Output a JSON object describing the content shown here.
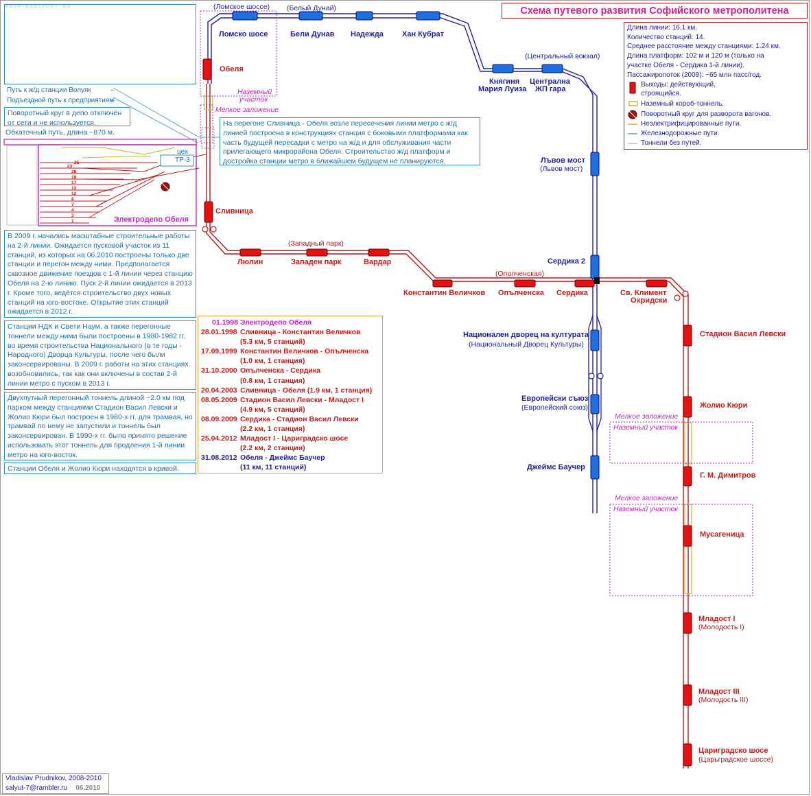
{
  "watermark": "MASHTRANSPORT.RU",
  "title": "Схема путевого развития Софийского метрополитена",
  "info": {
    "length": "Длина линии: 16.1 км.",
    "stations": "Количество станций: 14.",
    "avg_distance": "Среднее расстояние между станциями: 1.24 км.",
    "platform": "Длина платформ: 102 м и 120 м (только на",
    "platform2": "участке Обеля - Сердика 1-й линии).",
    "ridership": "Пассажиропоток (2009): ~65 млн пасс/год."
  },
  "legend": {
    "exits": "Выходы: действующий,",
    "exits2": "строящийся.",
    "box_tunnel": "Наземный короб-тоннель.",
    "turntable": "Поворотный круг для разворота вагонов.",
    "non_electrified": "Неэлектрифицированные пути.",
    "railway": "Железнодорожные пути.",
    "empty_tunnels": "Тоннели без путей."
  },
  "colors": {
    "line1": "#c81818",
    "line2": "#1e1e9e",
    "title": "#d0208e",
    "note": "#2a8fc7",
    "annotation": "#c026c0",
    "chrono_border": "#e6a13a"
  },
  "notes": {
    "railway_volujak": "Путь к ж/д станции Волуяк",
    "access_track": "Подъездной путь к предприятиям",
    "turntable_note": "Поворотный круг в депо отключён от сети и не используется.",
    "run_in_track": "Обкаточный путь, длина ~870 м.",
    "shop": "цех",
    "shop2": "ТР-3",
    "depot": "Электродепо Обеля",
    "obelya_interchange": "На перегоне Сливница - Обеля возле пересечения линии метро с ж/д линией построена в конструкциях станция с боковыми платформами как часть будущей пересадки с метро на ж/д и для обслуживания части прилегающего микрорайона Обеля. Строительство ж/д платформ и достройка станции метро в ближайшем будущем не планируются.",
    "line2_2009": "В 2009 г. начались масштабные строительные работы на 2-й линии. Ожидается пусковой участок из 11 станций, из которых на 06.2010 построены только две станции и перегон между ними. Предполагается сквозное движение поездов с 1-й линии через станцию Обеля на 2-ю линию. Пуск 2-й линии ожидается в 2013 г. Кроме того, ведётся строительство двух новых станций на юго-востоке. Открытие этих станций ожидается в 2012 г.",
    "ndk": "Станции НДК и Свети Наум, а также перегонные тоннели между ними были построены в 1980-1982 гг. во время строительства Национального (в те годы - Народного) Дворца Культуры, после чего были законсервированы. В 2009 г. работы на этих станциях возобновились, так как они включены в состав 2-й линии метро с пуском в 2013 г.",
    "tram_tunnel": "Двухпутный перегонный тоннель длиной ~2.0 км под парком между станциями Стадион Васил Левски и Жолио Кюри был построен в 1980-х гг. для трамвая, но трамвай по нему не запустили и тоннель был законсервирован. В 1990-х гг. было принято решение использовать этот тоннель для продления 1-й линии метро на юго-восток.",
    "curve": "Станции Обеля и Жолио Кюри находятся в кривой.",
    "ground_section": "Наземный",
    "ground_section2": "участок",
    "shallow": "Мелкое заложение",
    "shallow_sv": "Мелкое заложение",
    "ground_sv": "Наземный участок",
    "shallow_sv2": "Мелкое заложение",
    "ground_sv2": "Наземный участок",
    "depot_numbers": [
      "25",
      "23",
      "28",
      "18",
      "17",
      "13",
      "12",
      "8",
      "7",
      "4",
      "3",
      "1"
    ]
  },
  "stations": {
    "lomsko": {
      "name": "Ломско шосе",
      "sub": "(Ломское шоссе)"
    },
    "beli_dunav": {
      "name": "Бели Дунав",
      "sub": "(Белый Дунай)"
    },
    "nadezhda": {
      "name": "Надежда"
    },
    "han_kubrat": {
      "name": "Хан Кубрат"
    },
    "knyaginya": {
      "name": "Княгиня",
      "name2": "Мария Луиза"
    },
    "centralna": {
      "name": "Централна",
      "name2": "ЖП гара",
      "sub": "(Центральный вокзал)"
    },
    "lvov_most": {
      "name": "Лъвов мост",
      "sub": "(Львов мост)"
    },
    "serdika2": {
      "name": "Сердика 2"
    },
    "ndk": {
      "name": "Национален дворец на културата",
      "sub": "(Национальный Дворец Культуры)"
    },
    "evropeyski": {
      "name": "Европейски съюз",
      "sub": "(Европейский союз)"
    },
    "james": {
      "name": "Джеймс Баучер"
    },
    "obelya": {
      "name": "Обеля"
    },
    "slivnitsa": {
      "name": "Сливница"
    },
    "lyulin": {
      "name": "Люлин"
    },
    "zapaden": {
      "name": "Западен парк",
      "sub": "(Западный парк)"
    },
    "vardar": {
      "name": "Вардар"
    },
    "velichkov": {
      "name": "Константин Величков"
    },
    "opalchenska": {
      "name": "Опълченска",
      "sub": "(Ополченская)"
    },
    "serdika": {
      "name": "Сердика"
    },
    "kliment": {
      "name": "Св. Климент",
      "name2": "Охридски"
    },
    "stadion": {
      "name": "Стадион Васил Левски"
    },
    "zholio": {
      "name": "Жолио Кюри"
    },
    "dimitrov": {
      "name": "Г. М. Димитров"
    },
    "musagenitsa": {
      "name": "Мусагеница"
    },
    "mladost1": {
      "name": "Младост I",
      "sub": "(Молодость I)"
    },
    "mladost3": {
      "name": "Младост III",
      "sub": "(Молодость III)"
    },
    "tsarigradsko": {
      "name": "Цариградско шосе",
      "sub": "(Царьградское шоссе)"
    }
  },
  "chronology": [
    {
      "date": "01.1998",
      "text": "Электродепо Обеля",
      "detail": ""
    },
    {
      "date": "28.01.1998",
      "text": "Сливница - Константин Величков",
      "detail": "(5.3 км, 5 станций)"
    },
    {
      "date": "17.09.1999",
      "text": "Константин Величков - Опълченска",
      "detail": "(1.0 км, 1 станция)"
    },
    {
      "date": "31.10.2000",
      "text": "Опълченска - Сердика",
      "detail": "(0.8 км, 1 станция)"
    },
    {
      "date": "20.04.2003",
      "text": "Сливница - Обеля (1.9 км, 1 станция)",
      "detail": ""
    },
    {
      "date": "08.05.2009",
      "text": "Стадион Васил Левски - Младост I",
      "detail": "(4.9 км, 5 станций)"
    },
    {
      "date": "08.09.2009",
      "text": "Сердика - Стадион Васил Левски",
      "detail": "(2.2 км, 1 станция)"
    },
    {
      "date": "25.04.2012",
      "text": "Младост I - Цариградско шосе",
      "detail": "(2.2 км, 2 станции)"
    },
    {
      "date": "31.08.2012",
      "text": "Обеля - Джеймс Баучер",
      "detail": "(11 км, 11 станций)"
    }
  ],
  "credit": {
    "author": "Vladislav Prudnikov, 2008-2010",
    "email": "salyut-7@rambler.ru",
    "date": "06.2010"
  }
}
